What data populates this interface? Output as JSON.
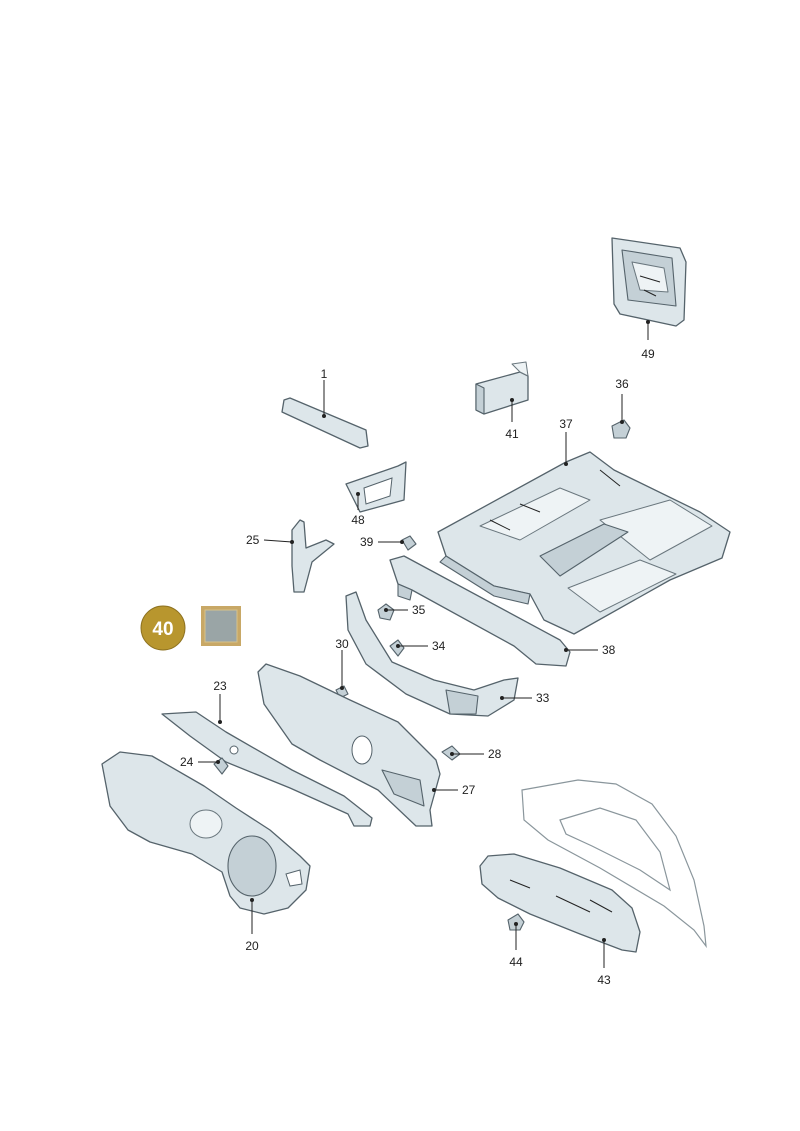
{
  "callouts": {
    "c1": "1",
    "c20": "20",
    "c23": "23",
    "c24": "24",
    "c25": "25",
    "c27": "27",
    "c28": "28",
    "c30": "30",
    "c33": "33",
    "c34": "34",
    "c35": "35",
    "c36": "36",
    "c37": "37",
    "c38": "38",
    "c39": "39",
    "c41": "41",
    "c43": "43",
    "c44": "44",
    "c48": "48",
    "c49": "49"
  },
  "badge": {
    "label": "40",
    "color": "#b8962e"
  },
  "colors": {
    "part_fill": "#dde6ea",
    "outline": "#55636b",
    "leader": "#222222"
  }
}
